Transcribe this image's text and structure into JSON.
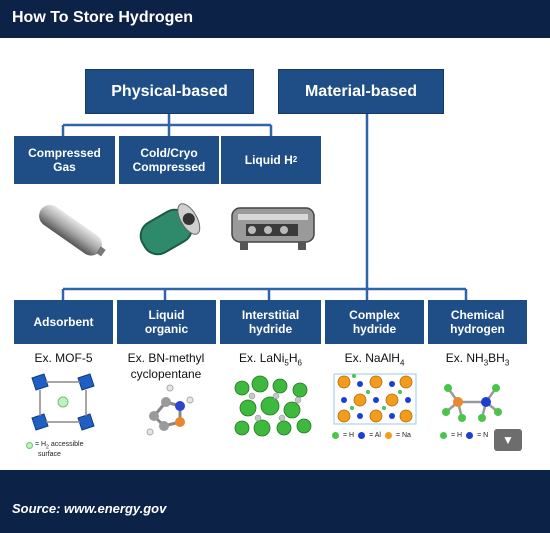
{
  "header": {
    "title": "How To Store Hydrogen"
  },
  "footer": {
    "source": "Source: www.energy.gov"
  },
  "top": {
    "physical": "Physical-based",
    "material": "Material-based"
  },
  "physical_items": [
    {
      "label": "Compressed\nGas"
    },
    {
      "label": "Cold/Cryo\nCompressed"
    },
    {
      "label": "Liquid H",
      "sub": "2"
    }
  ],
  "material_items": [
    {
      "label": "Adsorbent",
      "example": "Ex. MOF-5"
    },
    {
      "label": "Liquid\norganic",
      "example": "Ex. BN-methyl\ncyclopentane"
    },
    {
      "label": "Interstitial\nhydride",
      "example_parts": [
        "Ex. LaNi",
        "5",
        "H",
        "6"
      ]
    },
    {
      "label": "Complex\nhydride",
      "example_parts": [
        "Ex. NaAlH",
        "4"
      ]
    },
    {
      "label": "Chemical\nhydrogen",
      "example_parts": [
        "Ex. NH",
        "3",
        "BH",
        "3"
      ]
    }
  ],
  "legends": {
    "mof": [
      "= H",
      "2",
      " accessible",
      "surface"
    ],
    "complex": [
      "= H",
      "= Al",
      "= Na"
    ],
    "chemical": [
      "= H",
      "= N"
    ]
  },
  "colors": {
    "header_bg": "#0c2347",
    "box_bg": "#1f4e86",
    "line": "#2f64a8"
  },
  "icons": {
    "download": "download-icon"
  }
}
